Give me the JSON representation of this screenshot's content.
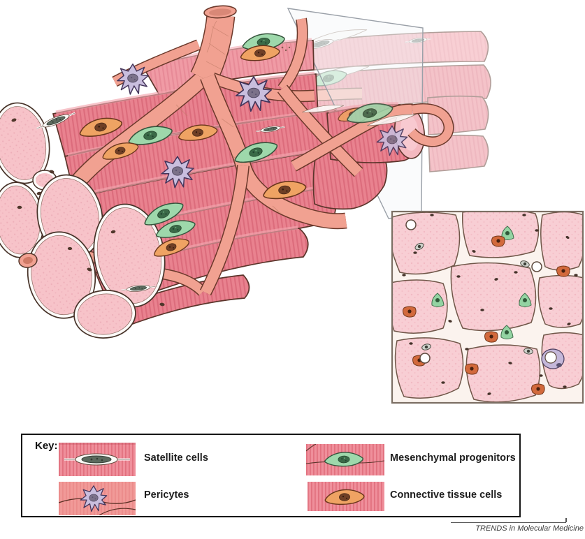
{
  "key": {
    "title": "Key:",
    "items": [
      {
        "id": "satellite-cells",
        "label": "Satellite cells",
        "color": "#5c6a5e"
      },
      {
        "id": "pericytes",
        "label": "Pericytes",
        "color": "#c9bede"
      },
      {
        "id": "mesenchymal-progenitors",
        "label": "Mesenchymal progenitors",
        "color": "#9ed8ab"
      },
      {
        "id": "connective-tissue-cells",
        "label": "Connective tissue cells",
        "color": "#efa363"
      }
    ]
  },
  "footer": {
    "journal": "TRENDS in Molecular Medicine"
  },
  "palette": {
    "muscle_fiber": "#e9828f",
    "muscle_fiber_light": "#f09ba5",
    "muscle_cut_face": "#f7c3c9",
    "blood_vessel": "#f1a191",
    "satellite_cell": "#5c6a5e",
    "pericyte": "#c9bede",
    "mesenchymal_progenitor": "#9ed8ab",
    "connective_tissue_cell": "#efa363",
    "background": "#ffffff"
  }
}
